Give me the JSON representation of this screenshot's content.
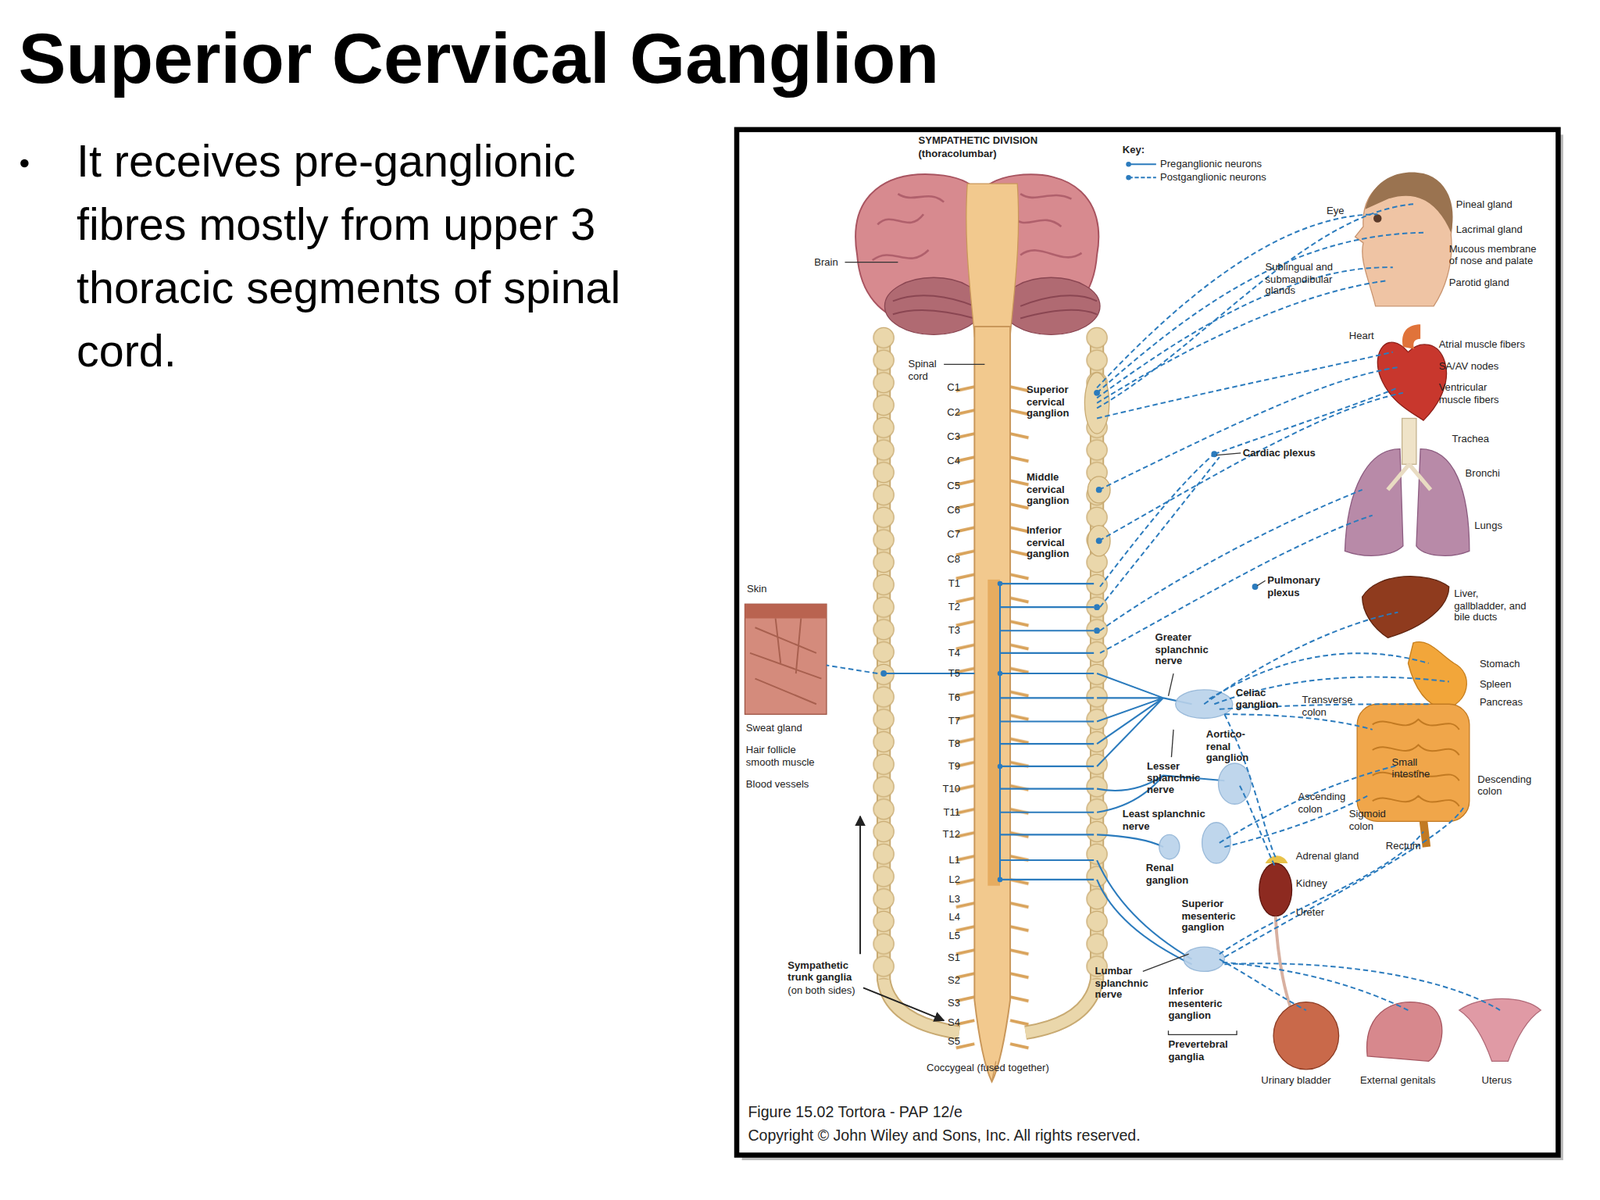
{
  "diagram": {
    "title": "Superior Cervical Ganglion",
    "caption": "Figure 15.02 Tortora - PAP 12/e",
    "labels": [
      "It receives pre-ganglionic fibres mostly from upper 3 thoracic segments of spinal cord.",
      "SYMPATHETIC DIVISION",
      "(thoracolumbar)",
      "Key:",
      "Brain",
      "Spinal cord",
      "C1",
      "C2",
      "C3",
      "C4",
      "C5",
      "C6",
      "C7",
      "C8",
      "T1",
      "T2",
      "T3",
      "T4",
      "T5",
      "T6",
      "T7",
      "T8",
      "T9",
      "T10",
      "T11",
      "T12",
      "L1",
      "L2",
      "L3",
      "L4",
      "L5",
      "S1",
      "S2",
      "S3",
      "S4",
      "S5",
      "Superior cervical ganglion",
      "Middle cervical ganglion",
      "Inferior cervical ganglion",
      "Skin",
      "Sweat gland",
      "Hair follicle smooth muscle",
      "Blood vessels",
      "Sympathetic trunk ganglia",
      "(on both sides)",
      "Coccygeal (fused together)",
      "Eye",
      "Pineal gland",
      "Lacrimal gland",
      "Mucous membrane of nose and palate",
      "Parotid gland",
      "Sublingual and submandibular glands",
      "Heart",
      "Atrial muscle fibers",
      "SA/AV nodes",
      "Ventricular muscle fibers",
      "Cardiac plexus",
      "Trachea",
      "Bronchi",
      "Lungs",
      "Pulmonary plexus",
      "Liver, gallbladder, and bile ducts",
      "Greater splanchnic nerve",
      "Celiac ganglion",
      "Transverse colon",
      "Stomach",
      "Spleen",
      "Pancreas",
      "Aortico-renal ganglion",
      "Lesser splanchnic nerve",
      "Small intestine",
      "Descending colon",
      "Ascending colon",
      "Least splanchnic nerve",
      "Sigmoid colon",
      "Rectum",
      "Renal ganglion",
      "Adrenal gland",
      "Kidney",
      "Superior mesenteric ganglion",
      "Ureter",
      "Lumbar splanchnic nerve",
      "Inferior mesenteric ganglion",
      "Prevertebral ganglia",
      "Urinary bladder",
      "External genitals",
      "Uterus",
      "Copyright © John Wiley and Sons, Inc. All rights reserved."
    ],
    "legend": [
      {
        "text": "Preganglionic neurons"
      },
      {
        "text": "Postganglionic neurons"
      }
    ]
  }
}
